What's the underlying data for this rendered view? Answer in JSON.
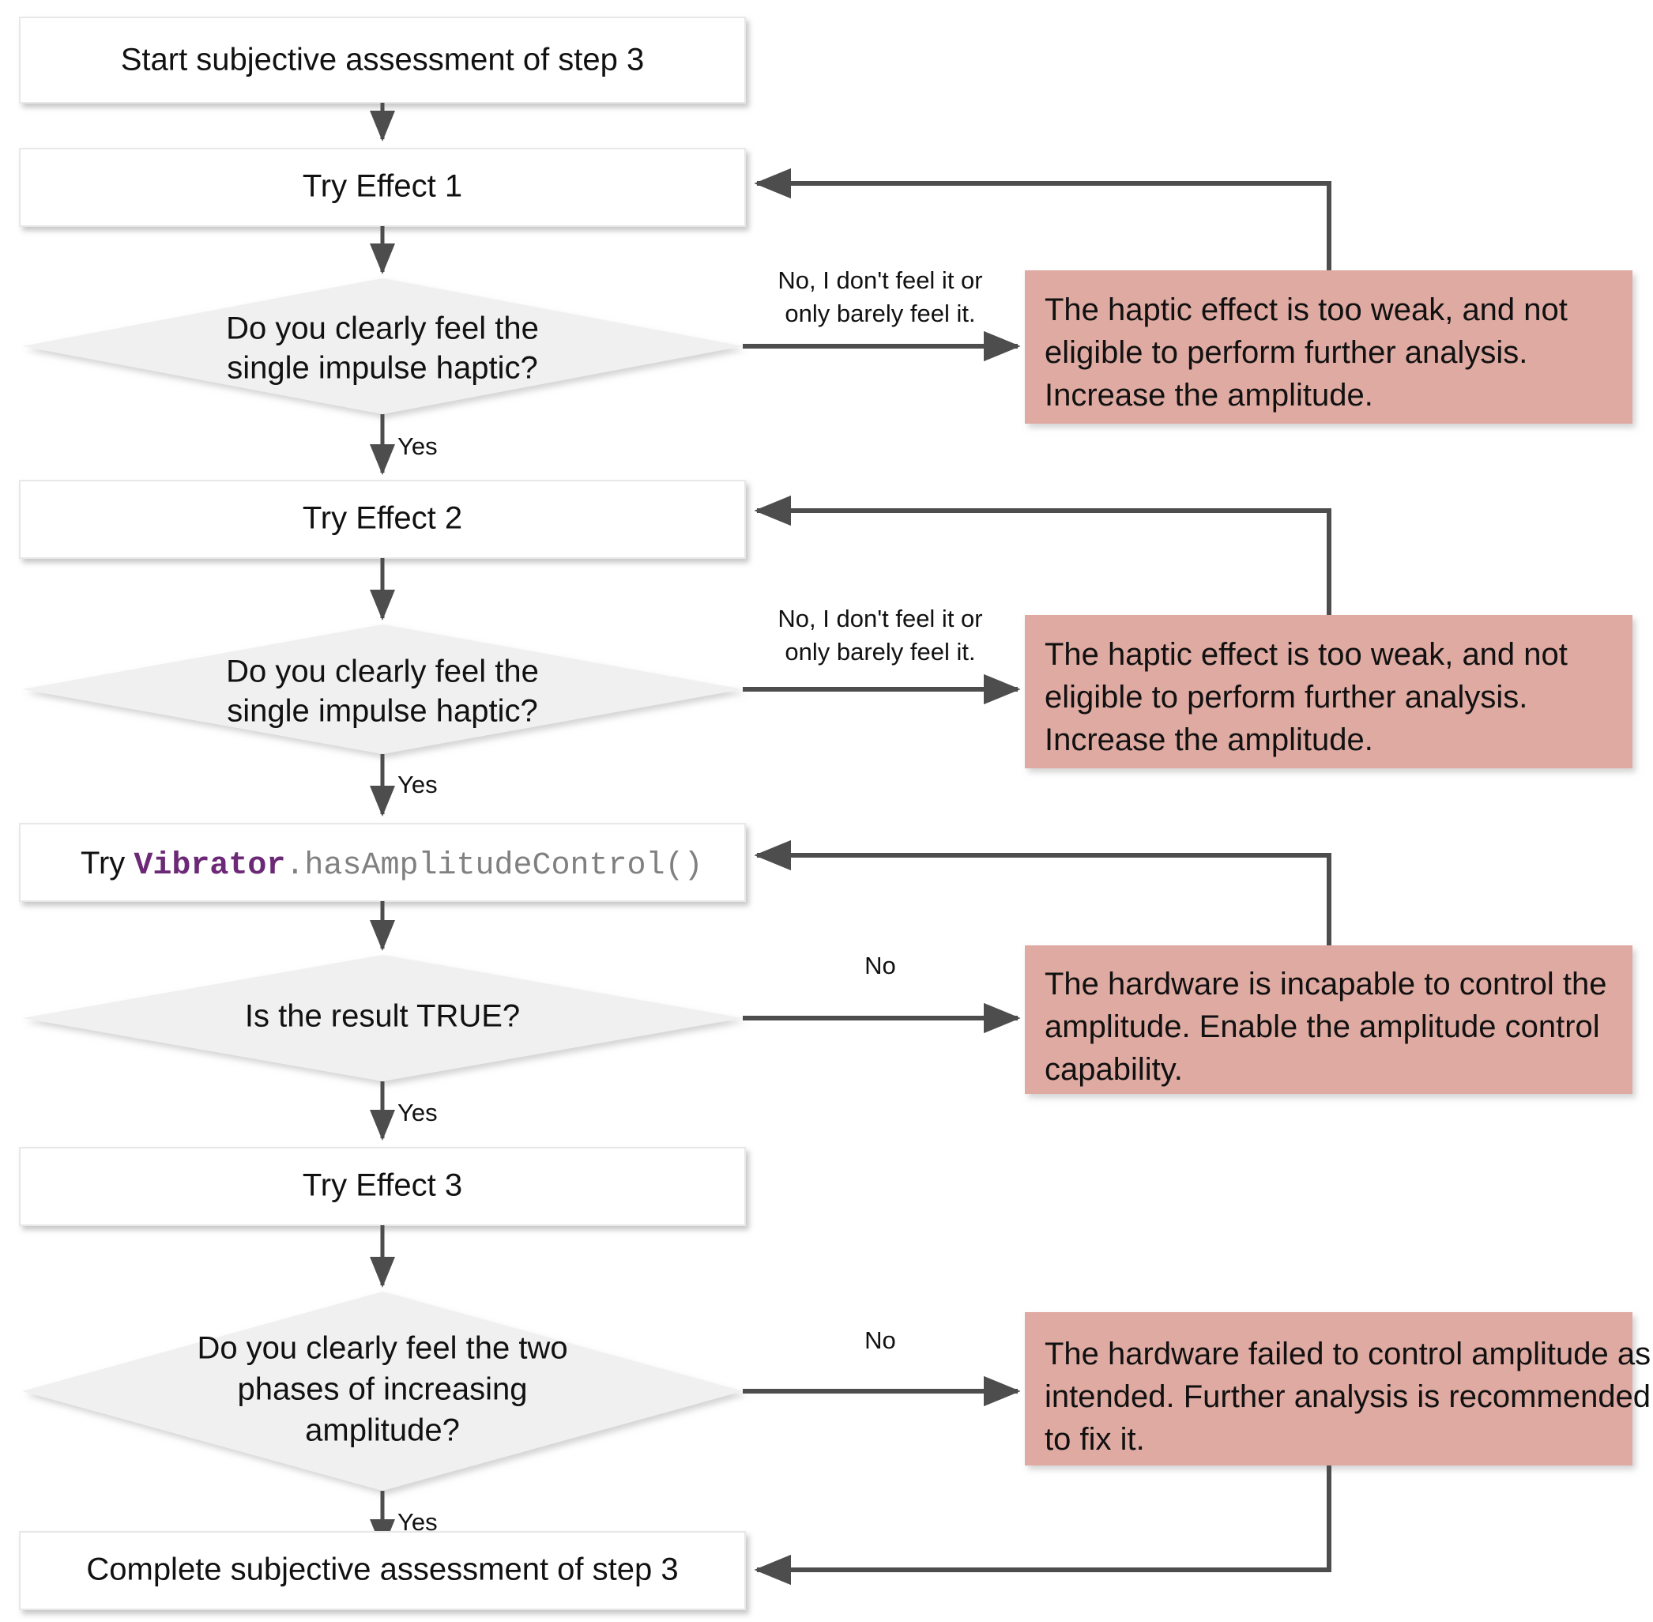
{
  "diagram": {
    "type": "flowchart",
    "title": "Subjective assessment of step 3",
    "colors": {
      "node_fill": "#ffffff",
      "decision_fill": "#f0f0f0",
      "alert_fill": "#dfaaa2",
      "connector": "#4d4d4d",
      "code_class": "#6b2976",
      "code_method": "#808080",
      "text": "#111111"
    }
  },
  "nodes": {
    "start": {
      "label": "Start subjective assessment of step 3"
    },
    "try_effect_1": {
      "label": "Try Effect 1"
    },
    "decision_1": {
      "line1": "Do you clearly feel the",
      "line2": "single impulse haptic?"
    },
    "alert_1": {
      "line1": "The haptic effect is too weak, and not",
      "line2": "eligible to perform further analysis.",
      "line3": "Increase the amplitude."
    },
    "try_effect_2": {
      "label": "Try Effect 2"
    },
    "decision_2": {
      "line1": "Do you clearly feel the",
      "line2": "single impulse haptic?"
    },
    "alert_2": {
      "line1": "The haptic effect is too weak, and not",
      "line2": "eligible to perform further analysis.",
      "line3": "Increase the amplitude."
    },
    "try_amplitude_control": {
      "prefix": "Try ",
      "class_name": "Vibrator",
      "method": ".hasAmplitudeControl()"
    },
    "decision_3": {
      "line1": "Is the result TRUE?"
    },
    "alert_3": {
      "line1": "The hardware is incapable to control the",
      "line2": "amplitude. Enable the amplitude control",
      "line3": "capability."
    },
    "try_effect_3": {
      "label": "Try Effect 3"
    },
    "decision_4": {
      "line1": "Do you clearly feel the two",
      "line2": "phases of increasing",
      "line3": "amplitude?"
    },
    "alert_4": {
      "line1": "The hardware failed to control amplitude as",
      "line2": "intended. Further analysis is recommended",
      "line3": "to fix it."
    },
    "complete": {
      "label": "Complete subjective assessment of step 3"
    }
  },
  "edge_labels": {
    "no_feel_1_line1": "No, I don't feel it or",
    "no_feel_1_line2": "only barely feel it.",
    "yes_1": "Yes",
    "no_feel_2_line1": "No, I don't feel it or",
    "no_feel_2_line2": "only barely feel it.",
    "yes_2": "Yes",
    "no_3": "No",
    "yes_3": "Yes",
    "no_4": "No",
    "yes_4": "Yes"
  }
}
